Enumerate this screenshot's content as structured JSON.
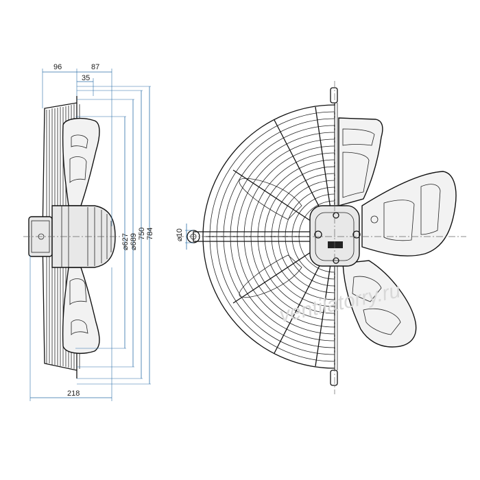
{
  "dimensions": {
    "top_left": "96",
    "top_right": "87",
    "top_small": "35",
    "dia_627": "627",
    "dia_689": "689",
    "dia_750": "750",
    "dia_784": "784",
    "bottom_width": "218",
    "hole": "10",
    "diameter_symbol": "⌀"
  },
  "watermark": "ventilatorry.ru"
}
